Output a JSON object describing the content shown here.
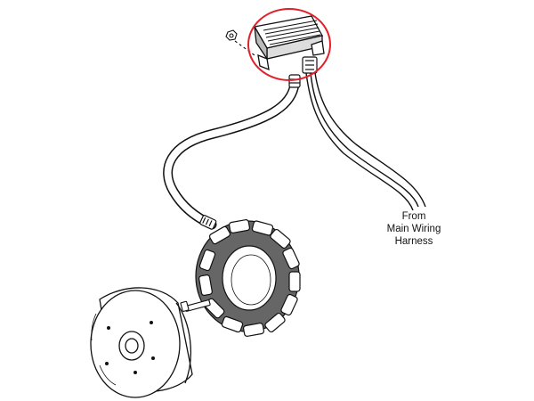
{
  "label": {
    "line1": "From",
    "line2": "Main Wiring",
    "line3": "Harness"
  },
  "highlight_color": "#e0202a",
  "ink_color": "#111111",
  "parts": [
    "voltage-regulator",
    "mounting-nut",
    "regulator-connector",
    "stator-connector",
    "stator-cable",
    "main-harness-wires",
    "stator",
    "stator-bolt",
    "rotor"
  ]
}
